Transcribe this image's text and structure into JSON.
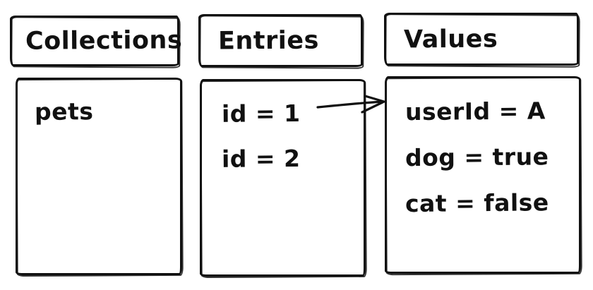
{
  "diagram": {
    "columns": [
      {
        "header": "Collections",
        "items": [
          "pets"
        ]
      },
      {
        "header": "Entries",
        "items": [
          "id = 1",
          "id = 2"
        ]
      },
      {
        "header": "Values",
        "items": [
          "userId = A",
          "dog = true",
          "cat = false"
        ]
      }
    ],
    "arrow": {
      "from": "id = 1",
      "to": "Values"
    },
    "colors": {
      "stroke": "#111111",
      "background": "#ffffff"
    }
  }
}
